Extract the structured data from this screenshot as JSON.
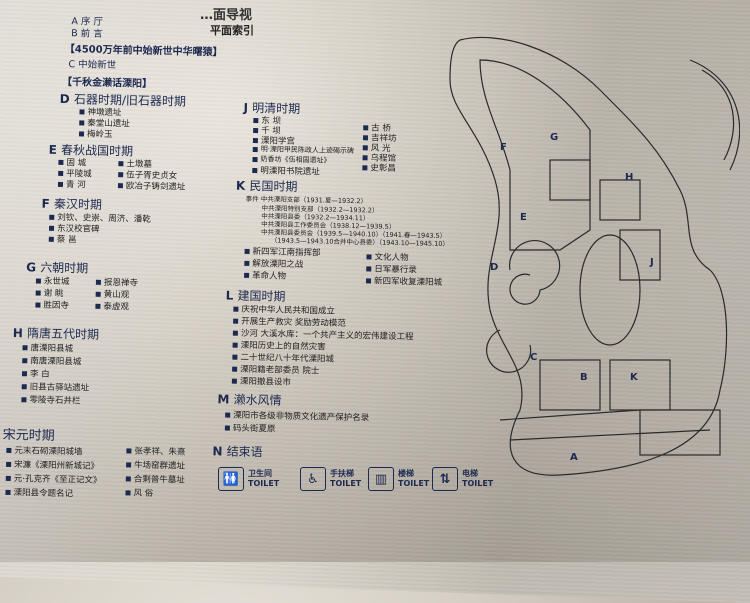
{
  "header": {
    "title": "…面导视",
    "subtitle": "平面索引"
  },
  "sections": [
    {
      "id": "A",
      "label": "序 厅"
    },
    {
      "id": "B",
      "label": "前 言"
    }
  ],
  "bracket1": "【4500万年前中始新世中华曙猿】",
  "c": {
    "id": "C",
    "label": "中始新世"
  },
  "bracket2": "【千秋金濑话溧阳】",
  "d": {
    "id": "D",
    "label": "石器时期/旧石器时期",
    "items": [
      "神墩遗址",
      "秦堂山遗址",
      "梅岭玉"
    ]
  },
  "e": {
    "id": "E",
    "label": "春秋战国时期",
    "items": [
      "固 城",
      "土墩墓",
      "平陵城",
      "伍子胥史贞女",
      "青 河",
      "欧冶子铸剑遗址"
    ]
  },
  "f": {
    "id": "F",
    "label": "秦汉时期",
    "items": [
      "刘钦、史崇、周济、潘乾",
      "东汉校官碑",
      "蔡 邕"
    ]
  },
  "g": {
    "id": "G",
    "label": "六朝时期",
    "items": [
      "永世城",
      "报恩禅寺",
      "谢 眺",
      "黄山观",
      "胜因寺",
      "泰虚观"
    ]
  },
  "h": {
    "id": "H",
    "label": "隋唐五代时期",
    "items": [
      "唐溧阳县城",
      "南唐溧阳县城",
      "李 白",
      "旧县古驿站遗址",
      "零陵寺石井栏"
    ]
  },
  "i": {
    "label": "宋元时期",
    "items": [
      "元末石砌溧阳城墙",
      "宋濂《溧阳州新城记》",
      "元·孔克齐《至正记文》",
      "溧阳县令题名记",
      "张孝祥、朱熹",
      "牛场窑群遗址",
      "合剩普牛墓址",
      "风 俗"
    ]
  },
  "j": {
    "id": "J",
    "label": "明清时期",
    "items": [
      "东 坝",
      "古 桥",
      "千 坝",
      "吉祥坊",
      "溧阳学宫",
      "风 光",
      "明·溧阳甲民陈政人上迹碣示碑",
      "乌程馆",
      "奶香坊《伍相国遗址》",
      "史彰昌",
      "明溧阳书院遗址"
    ]
  },
  "k": {
    "id": "K",
    "label": "民国时期",
    "items": [
      "事件 中共溧阳支部（1931.夏—1932.2）",
      "中共溧阳特别支部（1932.2—1932.2）",
      "中共溧阳县委（1932.2—1934.11）",
      "中共溧阳县工作委员会（1938.12—1939.5）",
      "中共溧阳县委员会（1939.5—1940.10）（1941.春—1943.5）",
      "（1943.5—1943.10合并中心县委）（1943.10—1945.10）",
      "新四军江南指挥部",
      "文化人物",
      "解放溧阳之战",
      "日军暴行录",
      "革命人物",
      "新四军收复溧阳城"
    ]
  },
  "l": {
    "id": "L",
    "label": "建国时期",
    "items": [
      "庆祝中华人民共和国成立",
      "开展生产救灾 奖励劳动模范",
      "沙河 大溪水库：一个共产主义的宏伟建设工程",
      "溧阳历史上的自然灾害",
      "二十世纪八十年代溧阳城",
      "溧阳籍老部委员 院士",
      "溧阳撤县设市"
    ]
  },
  "m": {
    "id": "M",
    "label": "濑水风情",
    "items": [
      "溧阳市各级非物质文化遗产保护名录",
      "码头街夏原"
    ]
  },
  "n": {
    "id": "N",
    "label": "结束语"
  },
  "legend": [
    {
      "icon": "🚻",
      "cn": "卫生间",
      "en": "TOILET"
    },
    {
      "icon": "♿",
      "cn": "手扶梯",
      "en": "TOILET"
    },
    {
      "icon": "▥",
      "cn": "楼梯",
      "en": "TOILET"
    },
    {
      "icon": "⇅",
      "cn": "电梯",
      "en": "TOILET"
    }
  ],
  "map_labels": [
    "A",
    "B",
    "C",
    "D",
    "E",
    "F",
    "G",
    "H",
    "J",
    "K"
  ]
}
